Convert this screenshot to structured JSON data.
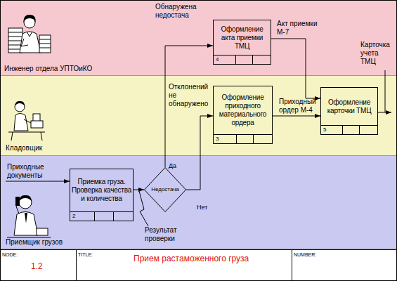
{
  "diagram": {
    "title": "Прием растаможенного груза",
    "nodes": [
      {
        "text": [
          "Инженер отдела УПТОиКО"
        ]
      },
      {
        "text": [
          "Оформление акта приемки ТМЦ",
          "4"
        ],
        "in": 0
      },
      {
        "text": [
          "Кладовщик"
        ]
      },
      {
        "text": [
          "Оформление приходного материального ордера",
          "3"
        ],
        "in": 2
      },
      {
        "text": [
          "Оформление карточки ТМЦ",
          "5"
        ],
        "in": 2
      },
      {
        "text": [
          "Приемщик грузов"
        ]
      },
      {
        "text": [
          "Приемка груза. Проверка качества и количества",
          "2"
        ],
        "in": 5
      },
      {
        "text": [
          "Недостача"
        ],
        "in": 5
      }
    ],
    "edges": [
      {
        "from": 6,
        "to": 7,
        "label": "Результат проверки",
        "arrow": "to"
      },
      {
        "from": 7,
        "to": 1,
        "label": "Обнаружена недостача",
        "arrow": "to"
      },
      {
        "from": 7,
        "to": 3,
        "label": "Отклонений не обнаружено",
        "arrow": "to"
      },
      {
        "from": 1,
        "to": 4,
        "label": "Акт приемки М-7",
        "arrow": "to"
      },
      {
        "from": 3,
        "to": 4,
        "label": "Приходный ордер М-4",
        "arrow": "to"
      }
    ],
    "labels": [
      "Да",
      "Нет",
      "Приходные документы",
      "Карточка учета ТМЦ",
      "NODE:",
      "1.2",
      "TITLE:",
      "NUMBER:"
    ]
  }
}
